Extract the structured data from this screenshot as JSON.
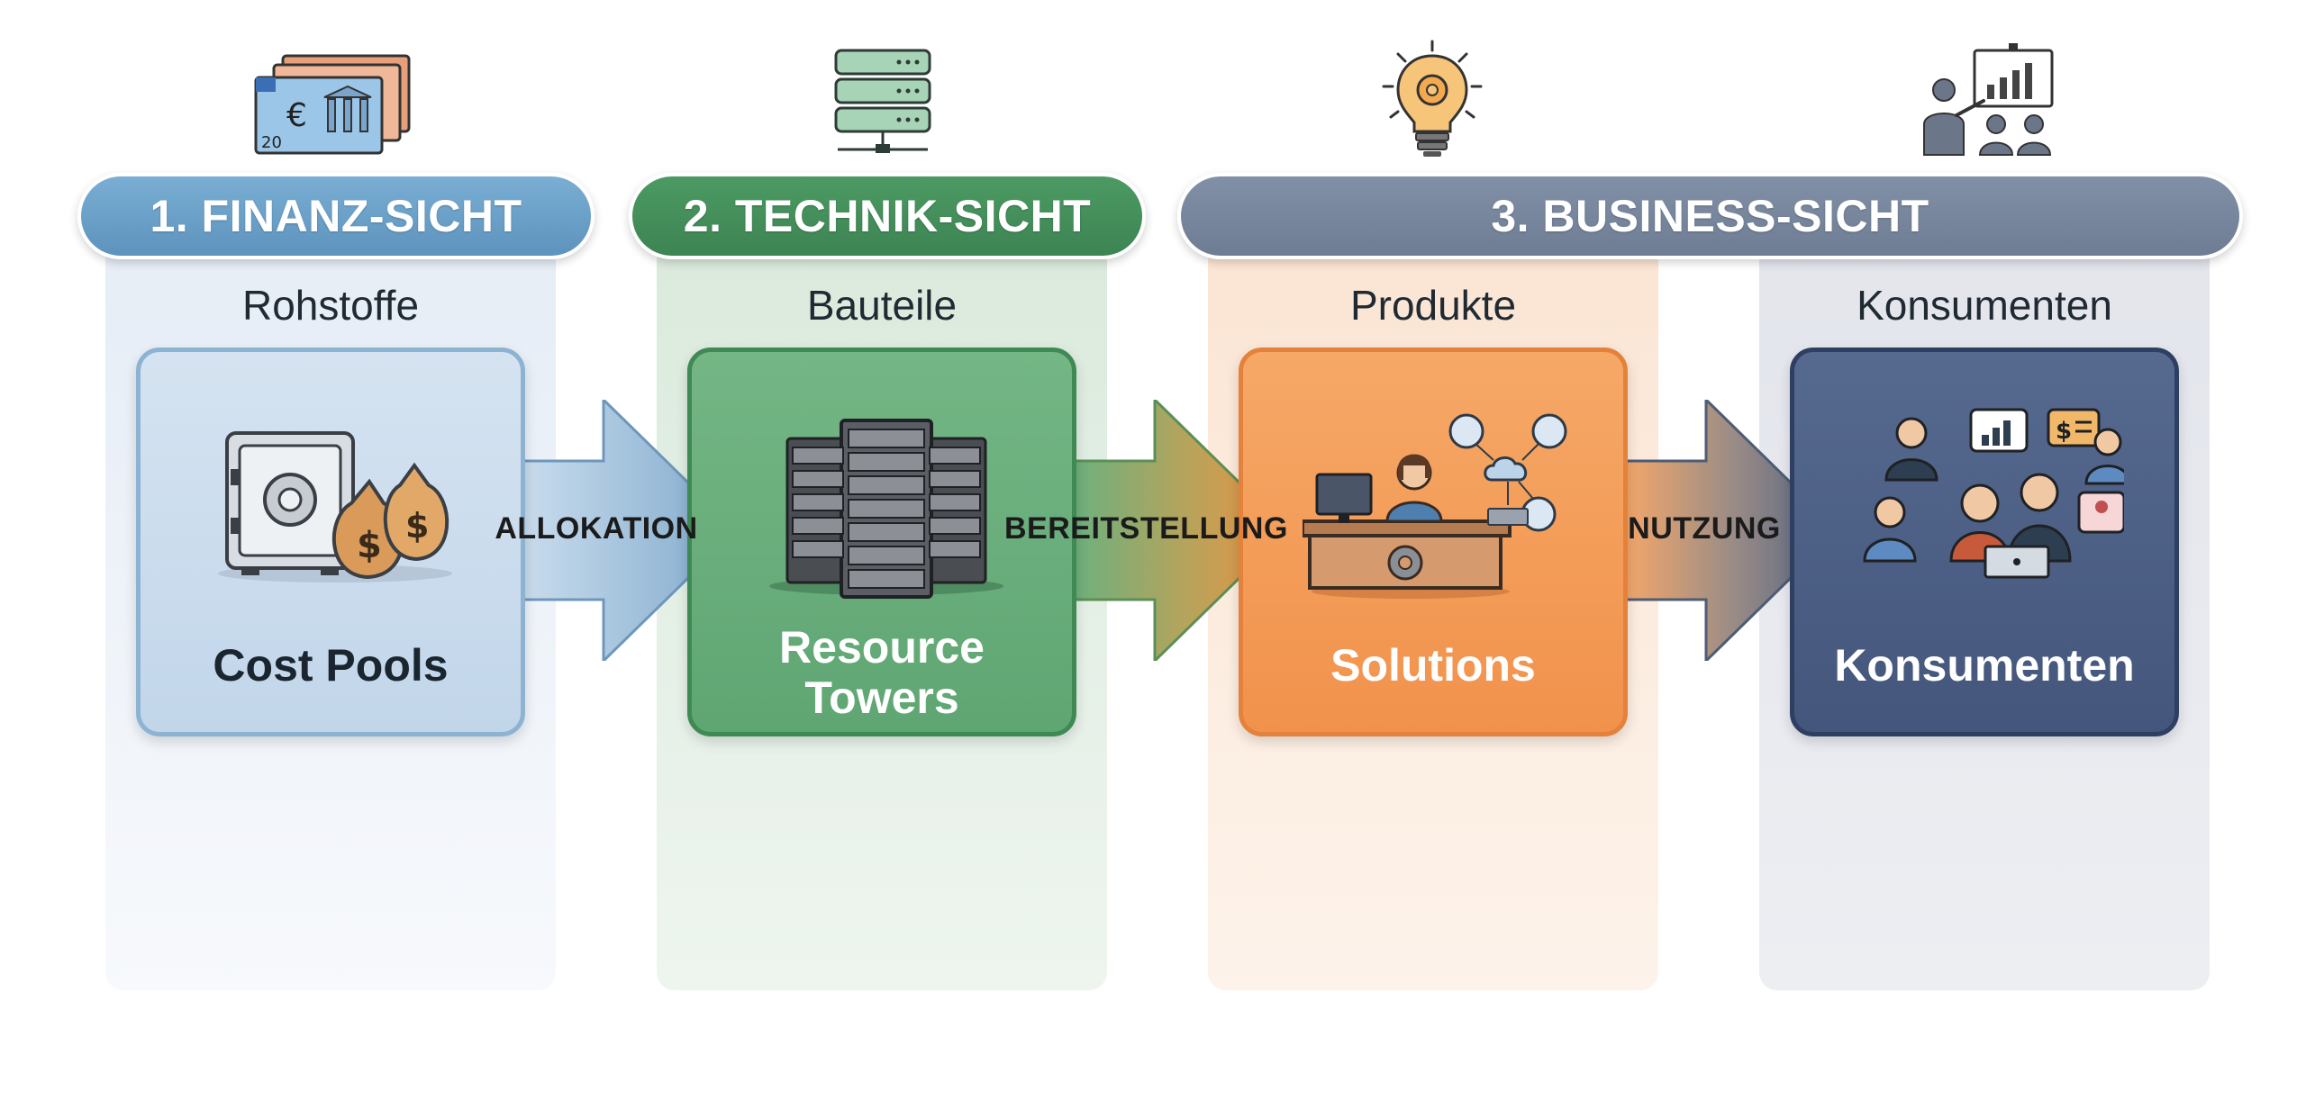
{
  "headers": {
    "finanz": "1. FINANZ-SICHT",
    "technik": "2. TECHNIK-SICHT",
    "business": "3. BUSINESS-SICHT"
  },
  "columns": [
    {
      "sublabel": "Rohstoffe",
      "card_label": "Cost Pools",
      "icon": "money-bills-icon",
      "card_icon": "safe-moneybags-icon"
    },
    {
      "sublabel": "Bauteile",
      "card_label": "Resource\nTowers",
      "icon": "server-stack-icon",
      "card_icon": "server-racks-icon"
    },
    {
      "sublabel": "Produkte",
      "card_label": "Solutions",
      "icon": "lightbulb-gear-icon",
      "card_icon": "service-desk-icon"
    },
    {
      "sublabel": "Konsumenten",
      "card_label": "Konsumenten",
      "icon": "presenter-audience-icon",
      "card_icon": "business-people-icon"
    }
  ],
  "arrows": [
    {
      "label": "ALLOKATION"
    },
    {
      "label": "BEREITSTELLUNG"
    },
    {
      "label": "NUTZUNG"
    }
  ],
  "colors": {
    "finanz": "#5d93bd",
    "technik": "#3d8453",
    "business": "#6e7d93",
    "solutions": "#f1924c",
    "consumers": "#44567b"
  }
}
